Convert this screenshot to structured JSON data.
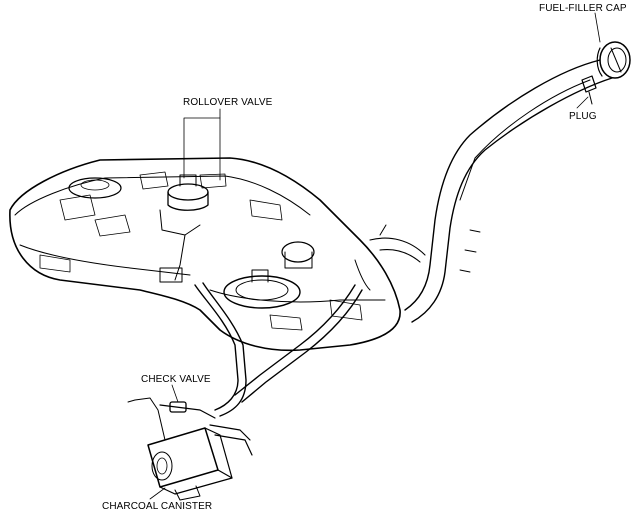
{
  "labels": {
    "fuel_filler_cap": "FUEL-FILLER CAP",
    "plug": "PLUG",
    "rollover_valve": "ROLLOVER VALVE",
    "check_valve": "CHECK VALVE",
    "charcoal_canister": "CHARCOAL CANISTER"
  },
  "colors": {
    "ink": "#000000",
    "paper": "#ffffff",
    "shade": "#d8d8d8"
  }
}
